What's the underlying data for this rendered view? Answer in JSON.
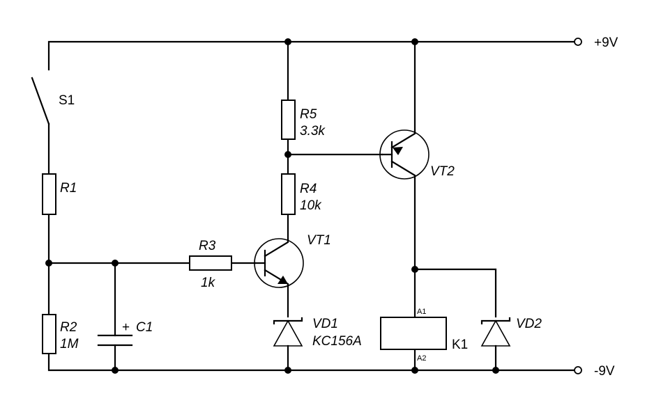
{
  "terminals": {
    "positive": "+9V",
    "negative": "-9V"
  },
  "components": {
    "switch": {
      "ref": "S1"
    },
    "r1": {
      "ref": "R1"
    },
    "r2": {
      "ref": "R2",
      "value": "1M"
    },
    "r3": {
      "ref": "R3",
      "value": "1k"
    },
    "r4": {
      "ref": "R4",
      "value": "10k"
    },
    "r5": {
      "ref": "R5",
      "value": "3.3k"
    },
    "c1": {
      "ref": "C1",
      "polarity": "+"
    },
    "vt1": {
      "ref": "VT1"
    },
    "vt2": {
      "ref": "VT2"
    },
    "vd1": {
      "ref": "VD1",
      "value": "KC156A"
    },
    "vd2": {
      "ref": "VD2"
    },
    "k1": {
      "ref": "K1",
      "pin_a1": "A1",
      "pin_a2": "A2"
    }
  }
}
